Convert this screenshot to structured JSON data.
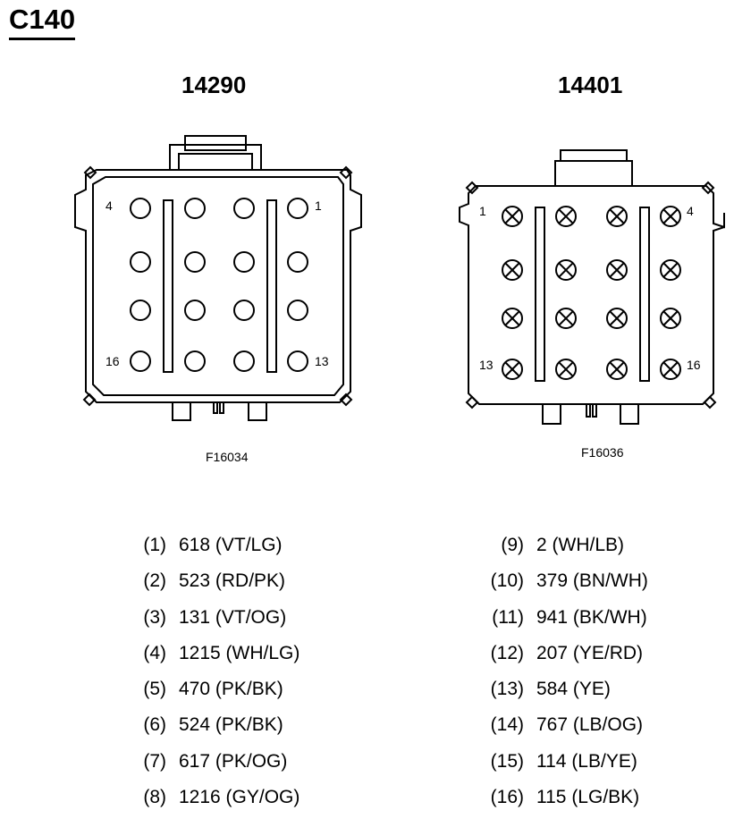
{
  "title": "C140",
  "connectors": [
    {
      "name": "14290",
      "figure_code": "F16034",
      "corner_labels": {
        "top_left": "4",
        "top_right": "1",
        "bottom_left": "16",
        "bottom_right": "13"
      },
      "pin_style": "open-circle"
    },
    {
      "name": "14401",
      "figure_code": "F16036",
      "corner_labels": {
        "top_left": "1",
        "top_right": "4",
        "bottom_left": "13",
        "bottom_right": "16"
      },
      "pin_style": "crossed-circle"
    }
  ],
  "pins_left": [
    {
      "num": "(1)",
      "text": "618 (VT/LG)"
    },
    {
      "num": "(2)",
      "text": "523 (RD/PK)"
    },
    {
      "num": "(3)",
      "text": "131 (VT/OG)"
    },
    {
      "num": "(4)",
      "text": "1215 (WH/LG)"
    },
    {
      "num": "(5)",
      "text": "470 (PK/BK)"
    },
    {
      "num": "(6)",
      "text": "524 (PK/BK)"
    },
    {
      "num": "(7)",
      "text": "617 (PK/OG)"
    },
    {
      "num": "(8)",
      "text": "1216 (GY/OG)"
    }
  ],
  "pins_right": [
    {
      "num": "(9)",
      "text": "2 (WH/LB)"
    },
    {
      "num": "(10)",
      "text": "379 (BN/WH)"
    },
    {
      "num": "(11)",
      "text": "941 (BK/WH)"
    },
    {
      "num": "(12)",
      "text": "207 (YE/RD)"
    },
    {
      "num": "(13)",
      "text": "584 (YE)"
    },
    {
      "num": "(14)",
      "text": "767 (LB/OG)"
    },
    {
      "num": "(15)",
      "text": "114 (LB/YE)"
    },
    {
      "num": "(16)",
      "text": "115 (LG/BK)"
    }
  ]
}
